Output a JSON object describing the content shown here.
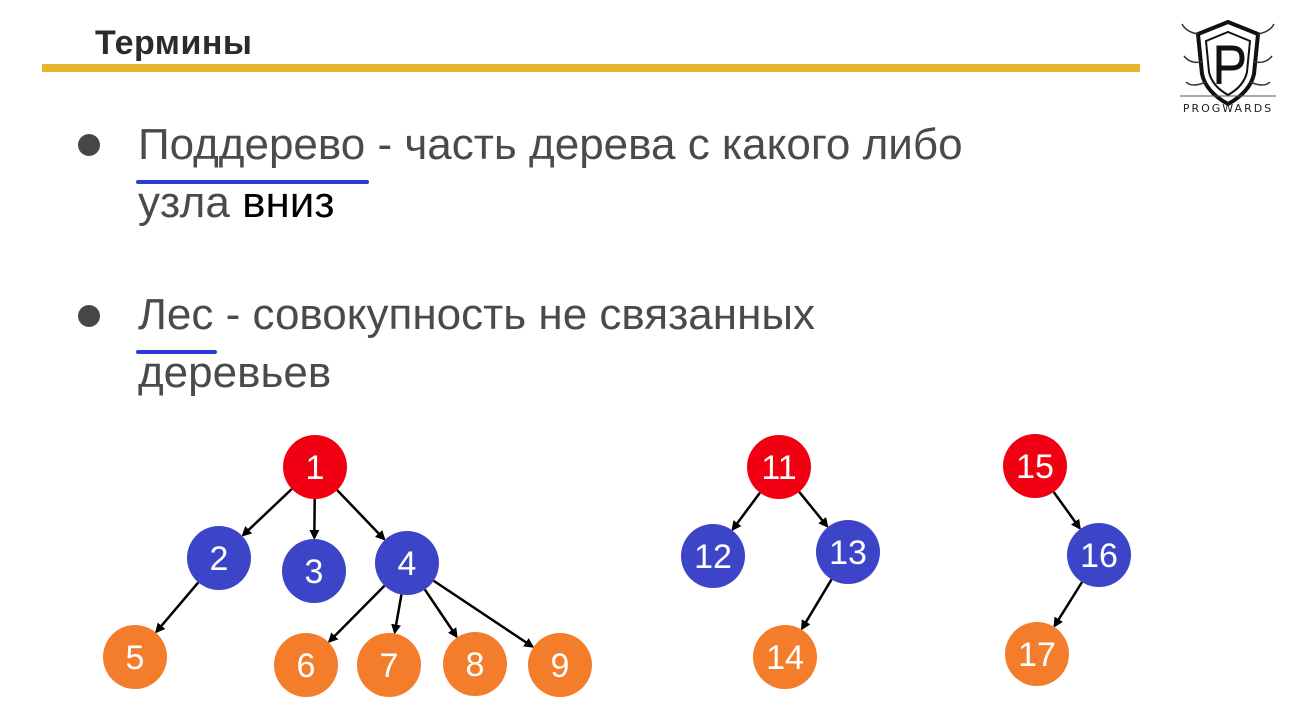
{
  "header": {
    "title": "Термины",
    "accent_color": "#e8b52c"
  },
  "logo": {
    "text": "PROGWARDS",
    "icon": "shield-p-logo-icon"
  },
  "bullets": [
    {
      "term": "Поддерево",
      "line1_rest": " - часть дерева с какого либо",
      "line2_a": "узла ",
      "line2_b": "вниз"
    },
    {
      "term": "Лес",
      "line1_rest": " - совокупность не связанных",
      "line2_a": "деревьев",
      "line2_b": ""
    }
  ],
  "colors": {
    "red": "#f00012",
    "blue": "#3c44c8",
    "orange": "#f47d2c",
    "underline": "#2a3bd8"
  },
  "trees": [
    {
      "nodes": [
        {
          "id": "1",
          "color": "red"
        },
        {
          "id": "2",
          "color": "blue"
        },
        {
          "id": "3",
          "color": "blue"
        },
        {
          "id": "4",
          "color": "blue"
        },
        {
          "id": "5",
          "color": "orange"
        },
        {
          "id": "6",
          "color": "orange"
        },
        {
          "id": "7",
          "color": "orange"
        },
        {
          "id": "8",
          "color": "orange"
        },
        {
          "id": "9",
          "color": "orange"
        }
      ],
      "edges": [
        [
          "1",
          "2"
        ],
        [
          "1",
          "3"
        ],
        [
          "1",
          "4"
        ],
        [
          "2",
          "5"
        ],
        [
          "4",
          "6"
        ],
        [
          "4",
          "7"
        ],
        [
          "4",
          "8"
        ],
        [
          "4",
          "9"
        ]
      ]
    },
    {
      "nodes": [
        {
          "id": "11",
          "color": "red"
        },
        {
          "id": "12",
          "color": "blue"
        },
        {
          "id": "13",
          "color": "blue"
        },
        {
          "id": "14",
          "color": "orange"
        }
      ],
      "edges": [
        [
          "11",
          "12"
        ],
        [
          "11",
          "13"
        ],
        [
          "13",
          "14"
        ]
      ]
    },
    {
      "nodes": [
        {
          "id": "15",
          "color": "red"
        },
        {
          "id": "16",
          "color": "blue"
        },
        {
          "id": "17",
          "color": "orange"
        }
      ],
      "edges": [
        [
          "15",
          "16"
        ],
        [
          "16",
          "17"
        ]
      ]
    }
  ]
}
